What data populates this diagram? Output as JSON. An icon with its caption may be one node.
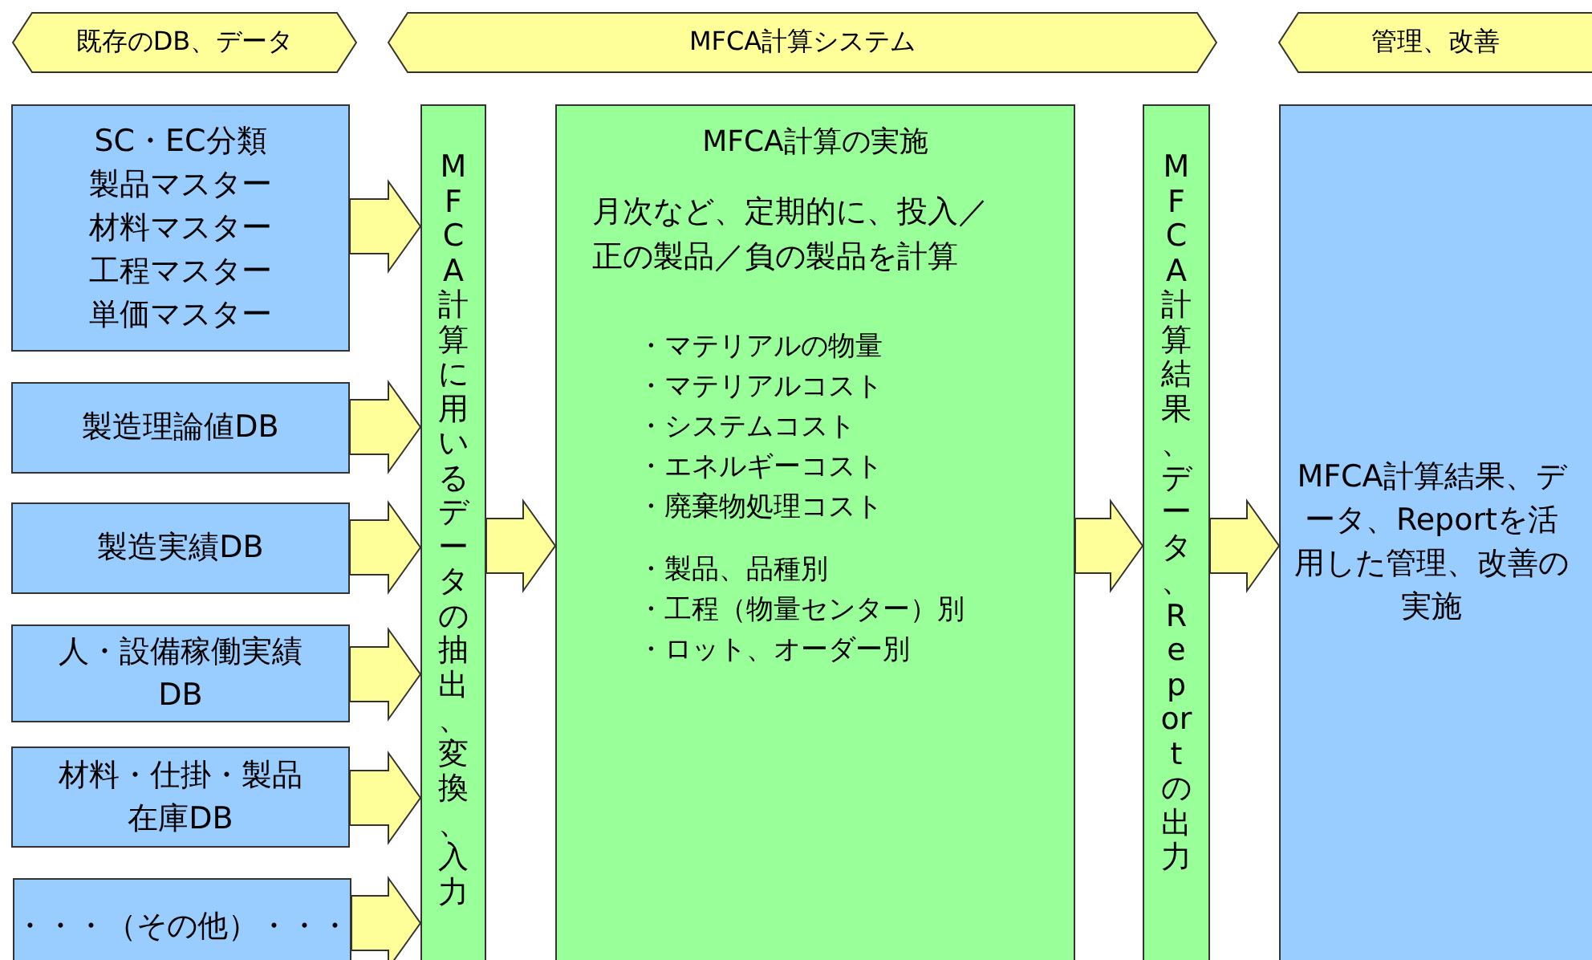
{
  "diagram": {
    "nodes": [
      {
        "text": [
          "既存のDB、データ"
        ]
      },
      {
        "text": [
          "MFCA計算システム"
        ]
      },
      {
        "text": [
          "管理、改善"
        ]
      },
      {
        "text": [
          "SC・EC分類製品マスター材料マスター工程マスター単価マスター"
        ]
      },
      {
        "text": [
          "製造理論値DB"
        ]
      },
      {
        "text": [
          "製造実績DB"
        ]
      },
      {
        "text": [
          "人・設備稼働実績DB"
        ]
      },
      {
        "text": [
          "材料・仕掛・製品在庫DB"
        ]
      },
      {
        "text": [
          "・・・（その他）・・・"
        ]
      },
      {
        "text": [
          "MFCA計算に用いるデータの抽出、変換、入力"
        ]
      },
      {
        "text": [
          "MFCA計算の実施",
          "月次など、定期的に、投入／正の製品／負の製品を計算",
          "・マテリアルの物量",
          "・マテリアルコスト",
          "・システムコスト",
          "・エネルギーコスト",
          "・廃棄物処理コスト",
          "・製品、品種別",
          "・工程（物量センター）別",
          "・ロット、オーダー別"
        ]
      },
      {
        "text": [
          "MFCA計算結果、データ、Reportの出力"
        ]
      },
      {
        "text": [
          "MFCA計算結果、データ、Reportを活用した管理、改善の実施"
        ]
      }
    ],
    "edges": [
      {
        "from": 3,
        "to": 9,
        "arrow": "to"
      },
      {
        "from": 4,
        "to": 9,
        "arrow": "to"
      },
      {
        "from": 5,
        "to": 9,
        "arrow": "to"
      },
      {
        "from": 6,
        "to": 9,
        "arrow": "to"
      },
      {
        "from": 7,
        "to": 9,
        "arrow": "to"
      },
      {
        "from": 8,
        "to": 9,
        "arrow": "to"
      },
      {
        "from": 9,
        "to": 10,
        "arrow": "to"
      },
      {
        "from": 10,
        "to": 11,
        "arrow": "to"
      },
      {
        "from": 11,
        "to": 12,
        "arrow": "to"
      }
    ]
  }
}
